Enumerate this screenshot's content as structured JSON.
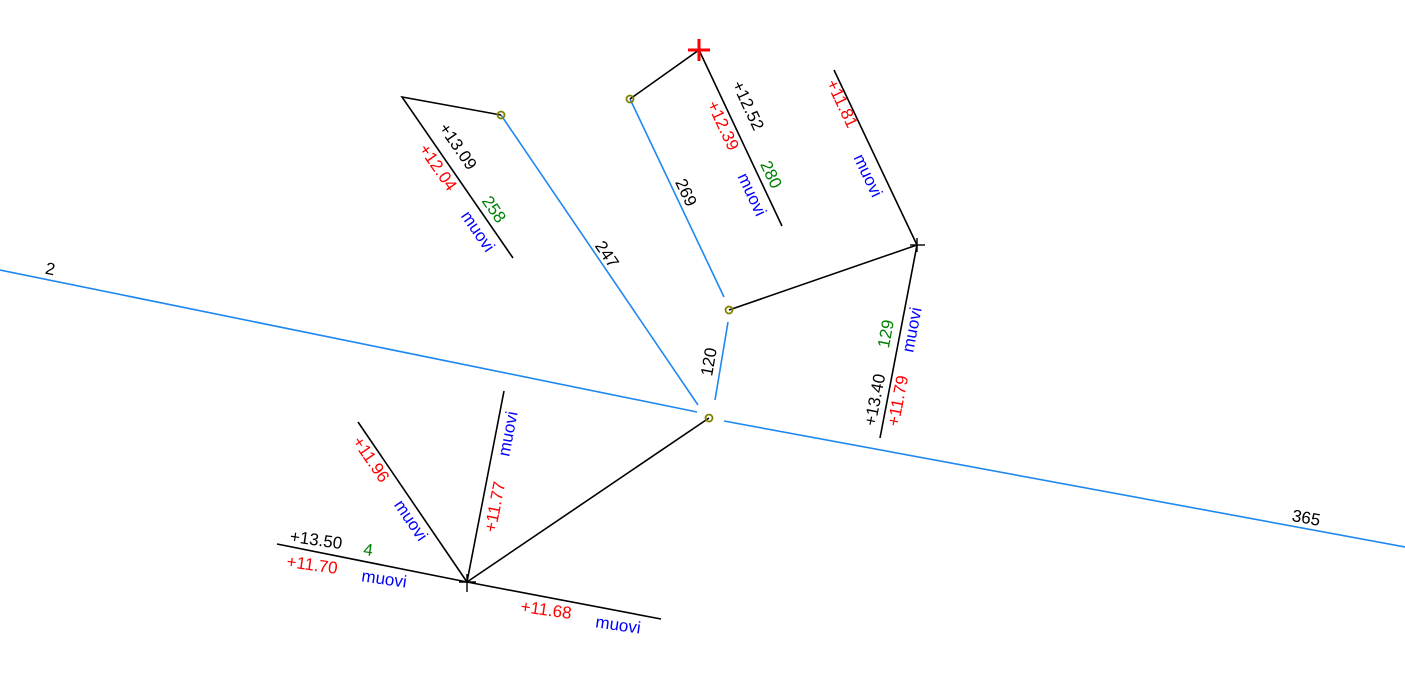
{
  "colors": {
    "pipe": "#1e88f0",
    "branch": "#000000",
    "elevation_top": "#000000",
    "elevation_invert": "#ff0000",
    "node_id": "#008000",
    "material": "#0000ff",
    "node": "#808000",
    "marker": "#ff0000"
  },
  "main_line": {
    "start_label": "2",
    "end_label": "365"
  },
  "pipes": [
    {
      "label": "247"
    },
    {
      "label": "269"
    },
    {
      "label": "120"
    }
  ],
  "branches": {
    "b258": {
      "top": "+13.09",
      "invert": "+12.04",
      "id": "258",
      "material": "muovi"
    },
    "b280": {
      "top": "+12.52",
      "invert": "+12.39",
      "id": "280",
      "material": "muovi"
    },
    "b1181": {
      "invert": "+11.81",
      "material": "muovi"
    },
    "b129": {
      "top": "+13.40",
      "invert": "+11.79",
      "id": "129",
      "material": "muovi"
    },
    "b1196": {
      "invert": "+11.96",
      "material": "muovi"
    },
    "b1177": {
      "invert": "+11.77",
      "material": "muovi"
    },
    "b4": {
      "top": "+13.50",
      "invert": "+11.70",
      "id": "4",
      "material": "muovi"
    },
    "b1168": {
      "invert": "+11.68",
      "material": "muovi"
    }
  }
}
